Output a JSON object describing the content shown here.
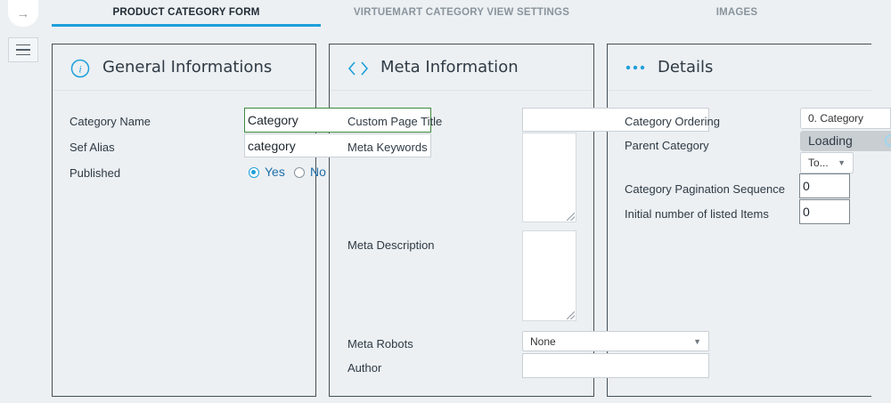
{
  "tabs": [
    {
      "label": "PRODUCT CATEGORY FORM",
      "active": true
    },
    {
      "label": "VIRTUEMART CATEGORY VIEW SETTINGS",
      "active": false
    },
    {
      "label": "IMAGES",
      "active": false
    }
  ],
  "general": {
    "title": "General Informations",
    "category_name_label": "Category Name",
    "category_name_value": "Category",
    "sef_alias_label": "Sef Alias",
    "sef_alias_value": "category",
    "published_label": "Published",
    "published_yes": "Yes",
    "published_no": "No"
  },
  "meta": {
    "title": "Meta Information",
    "custom_page_title_label": "Custom Page Title",
    "meta_keywords_label": "Meta Keywords",
    "meta_description_label": "Meta Description",
    "meta_robots_label": "Meta Robots",
    "meta_robots_value": "None",
    "author_label": "Author"
  },
  "details": {
    "title": "Details",
    "ordering_label": "Category Ordering",
    "ordering_value": "0. Category",
    "parent_label": "Parent Category",
    "parent_loading": "Loading",
    "parent_select_value": "To...",
    "pagination_label": "Category Pagination Sequence",
    "pagination_value": "0",
    "initial_items_label": "Initial number of listed Items",
    "initial_items_value": "0"
  },
  "colors": {
    "accent": "#1e9fd9",
    "panel_border": "#454f57",
    "background": "#ecf0f3"
  },
  "icons": {
    "back": "arrow-right-icon",
    "menu": "hamburger-icon",
    "general": "info-circle-icon",
    "meta": "code-brackets-icon",
    "details": "dots-icon"
  }
}
